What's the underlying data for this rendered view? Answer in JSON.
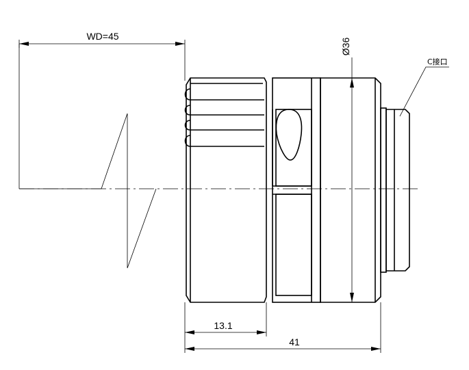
{
  "drawing": {
    "working_distance_label": "WD=45",
    "diameter_label": "Ø36",
    "mount_label": "C接口",
    "dimension_front_length": "13.1",
    "dimension_total_length": "41"
  }
}
